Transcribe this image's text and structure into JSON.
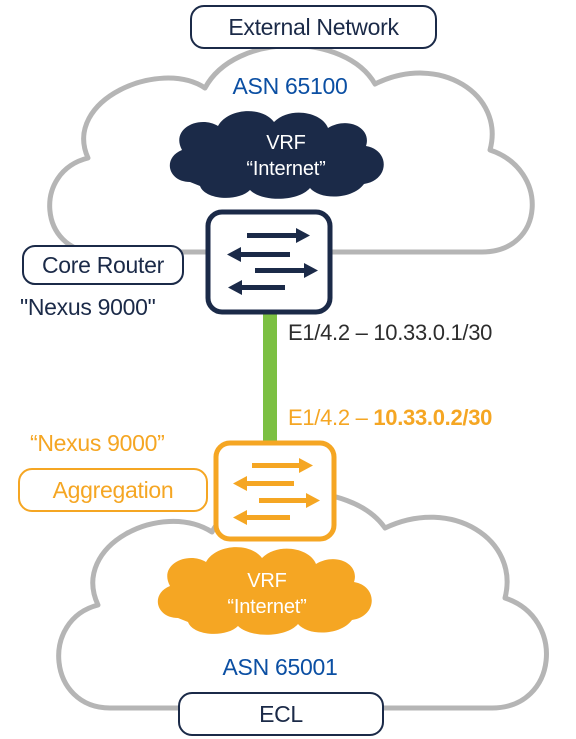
{
  "colors": {
    "navy": "#1b2a48",
    "orange": "#f5a623",
    "cloud_stroke": "#b5b5b5",
    "link_green": "#7cc043",
    "blue_text": "#0b4fa3",
    "text_dark": "#2d2d2d"
  },
  "external": {
    "title": "External Network",
    "asn": "ASN 65100",
    "vrf_line1": "VRF",
    "vrf_line2": "“Internet”"
  },
  "core": {
    "role_label": "Core Router",
    "model_label": "\"Nexus 9000\"",
    "icon": "router-arrows-icon",
    "interface_label": "E1/4.2 – 10.33.0.1/30"
  },
  "aggregation": {
    "model_label": "“Nexus 9000”",
    "role_label": "Aggregation",
    "icon": "switch-arrows-icon",
    "interface_prefix": "E1/4.2 – ",
    "interface_ip": "10.33.0.2/30"
  },
  "ecl": {
    "vrf_line1": "VRF",
    "vrf_line2": "“Internet”",
    "asn": "ASN 65001",
    "title": "ECL"
  }
}
